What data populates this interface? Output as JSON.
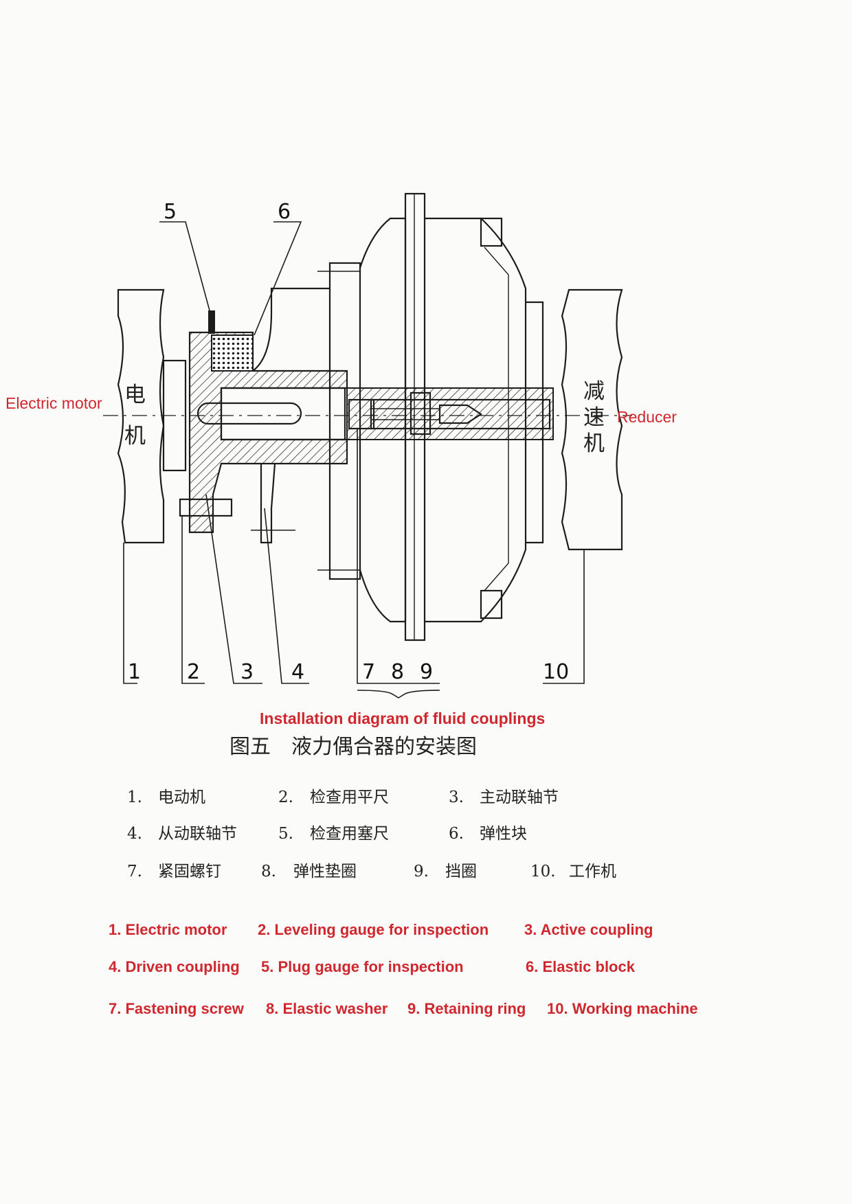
{
  "side_labels": {
    "motor_cn_1": "电",
    "motor_cn_2": "机",
    "motor_en": "Electric motor",
    "reducer_cn_1": "减",
    "reducer_cn_2": "速",
    "reducer_cn_3": "机",
    "reducer_en": "Reducer"
  },
  "callouts": [
    "1",
    "2",
    "3",
    "4",
    "5",
    "6",
    "7",
    "8",
    "9",
    "10"
  ],
  "caption": {
    "english": "Installation diagram of fluid couplings",
    "chinese": "图五　液力偶合器的安装图"
  },
  "legend_cn": [
    {
      "num": "1.",
      "text": "电动机"
    },
    {
      "num": "2.",
      "text": "检查用平尺"
    },
    {
      "num": "3.",
      "text": "主动联轴节"
    },
    {
      "num": "4.",
      "text": "从动联轴节"
    },
    {
      "num": "5.",
      "text": "检查用塞尺"
    },
    {
      "num": "6.",
      "text": "弹性块"
    },
    {
      "num": "7.",
      "text": "紧固螺钉"
    },
    {
      "num": "8.",
      "text": "弹性垫圈"
    },
    {
      "num": "9.",
      "text": "挡圈"
    },
    {
      "num": "10.",
      "text": "工作机"
    }
  ],
  "legend_en": [
    "1. Electric motor",
    "2. Leveling gauge for inspection",
    "3. Active coupling",
    "4. Driven coupling",
    "5. Plug gauge for inspection",
    "6. Elastic block",
    "7. Fastening screw",
    "8. Elastic washer",
    "9. Retaining ring",
    "10. Working machine"
  ],
  "colors": {
    "annotation": "#d0272f",
    "line": "#1c1c1c",
    "paper": "#fbfbf9"
  }
}
